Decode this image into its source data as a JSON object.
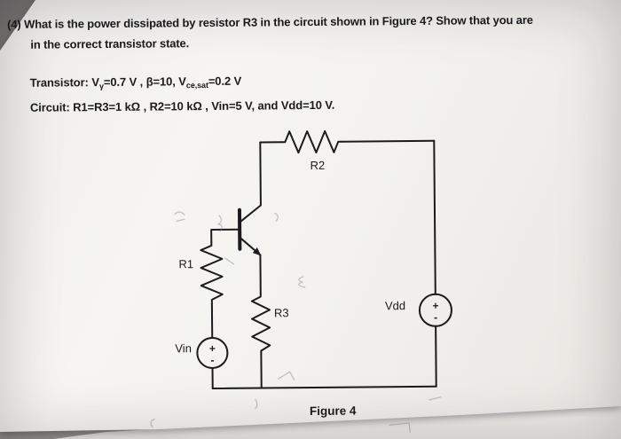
{
  "colors": {
    "ink": "#1b1b1d",
    "paper": "#f4f3f0",
    "background": "#8d8b88"
  },
  "question": {
    "number": "(4)",
    "line1": "What is the power dissipated by resistor R3 in the circuit shown in Figure 4? Show that you are",
    "line2": "in the correct transistor state."
  },
  "specs": {
    "transistor_prefix": "Transistor: V",
    "transistor_sub1": "γ",
    "transistor_mid": "=0.7 V , β=10, V",
    "transistor_sub2": "ce,sat",
    "transistor_suffix": "=0.2 V",
    "circuit": "Circuit: R1=R3=1 kΩ , R2=10 kΩ , Vin=5 V, and Vdd=10 V."
  },
  "circuit_labels": {
    "r1": "R1",
    "r2": "R2",
    "r3": "R3",
    "vin": "Vin",
    "vdd": "Vdd",
    "vin_plus": "+",
    "vin_minus": "-",
    "vdd_plus": "+",
    "vdd_minus": "-",
    "figure_caption": "Figure 4"
  }
}
